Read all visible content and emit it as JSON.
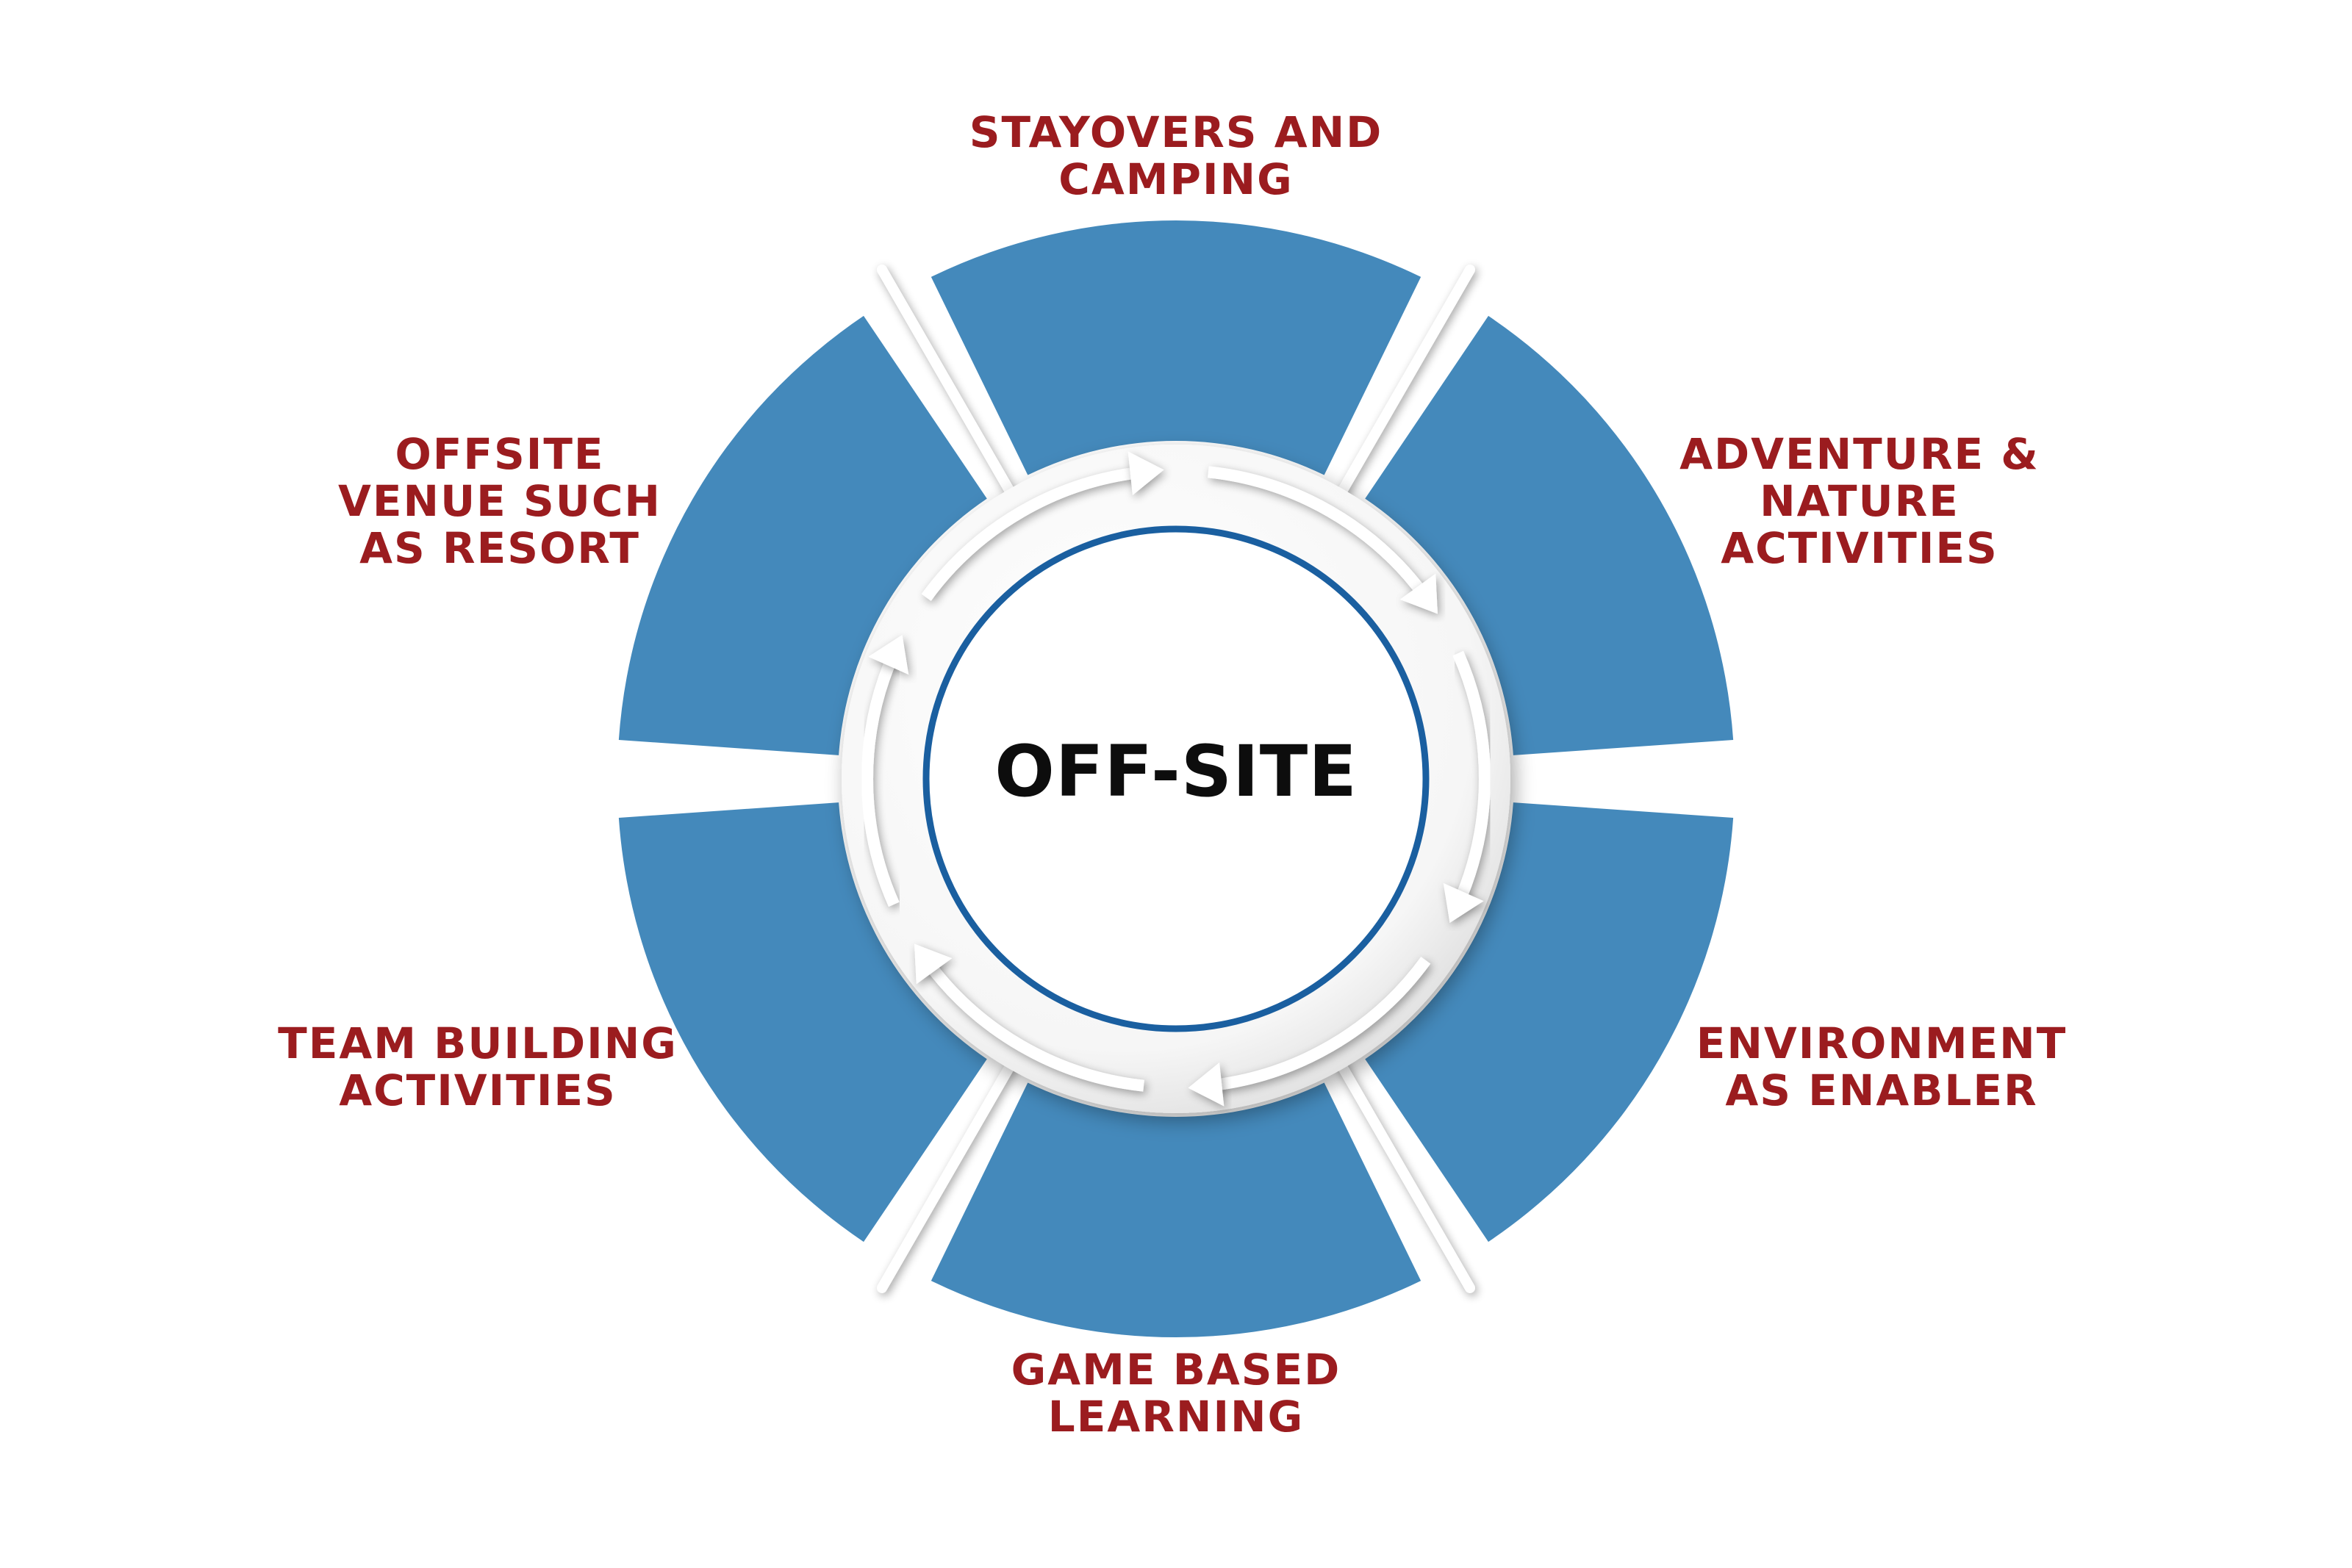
{
  "center": {
    "title": "OFF-SITE"
  },
  "colors": {
    "segment": "#4489bb",
    "label": "#9b1c1f",
    "ring": "#1a5fa0",
    "center_text": "#0d0d0d"
  },
  "segments": [
    {
      "position": "top",
      "lines": [
        "STAYOVERS AND",
        "CAMPING"
      ]
    },
    {
      "position": "top-right",
      "lines": [
        "ADVENTURE &",
        "NATURE",
        "ACTIVITIES"
      ]
    },
    {
      "position": "bottom-right",
      "lines": [
        "ENVIRONMENT",
        "AS ENABLER"
      ]
    },
    {
      "position": "bottom",
      "lines": [
        "GAME BASED",
        "LEARNING"
      ]
    },
    {
      "position": "bottom-left",
      "lines": [
        "TEAM BUILDING",
        "ACTIVITIES"
      ]
    },
    {
      "position": "top-left",
      "lines": [
        "OFFSITE",
        "VENUE SUCH",
        "AS RESORT"
      ]
    }
  ]
}
